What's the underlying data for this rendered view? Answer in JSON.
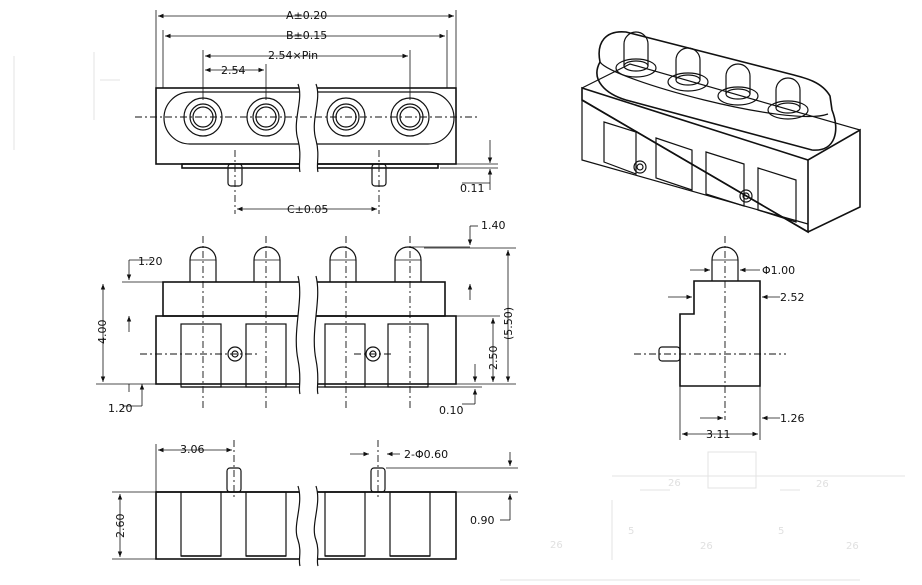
{
  "top_view": {
    "dim_a": "A±0.20",
    "dim_b": "B±0.15",
    "dim_pitch_pin": "2.54×Pin",
    "dim_pitch": "2.54",
    "dim_c": "C±0.05",
    "dim_tail": "0.11"
  },
  "front_view": {
    "dim_pin_top": "1.20",
    "dim_pin_len": "1.40",
    "dim_height": "4.00",
    "dim_total": "(5.50)",
    "dim_body": "2.50",
    "dim_bottom_left": "1.20",
    "dim_bottom_right": "0.10"
  },
  "bottom_view": {
    "dim_edge": "3.06",
    "dim_hole": "2-Φ0.60",
    "dim_height": "2.60",
    "dim_offset": "0.90"
  },
  "side_section": {
    "dim_pin_dia": "Φ1.00",
    "dim_height": "2.52",
    "dim_width": "3.11",
    "dim_offset": "1.26"
  },
  "ghost_labels": [
    "26",
    "26",
    "5",
    "26",
    "5",
    "26",
    "26"
  ]
}
